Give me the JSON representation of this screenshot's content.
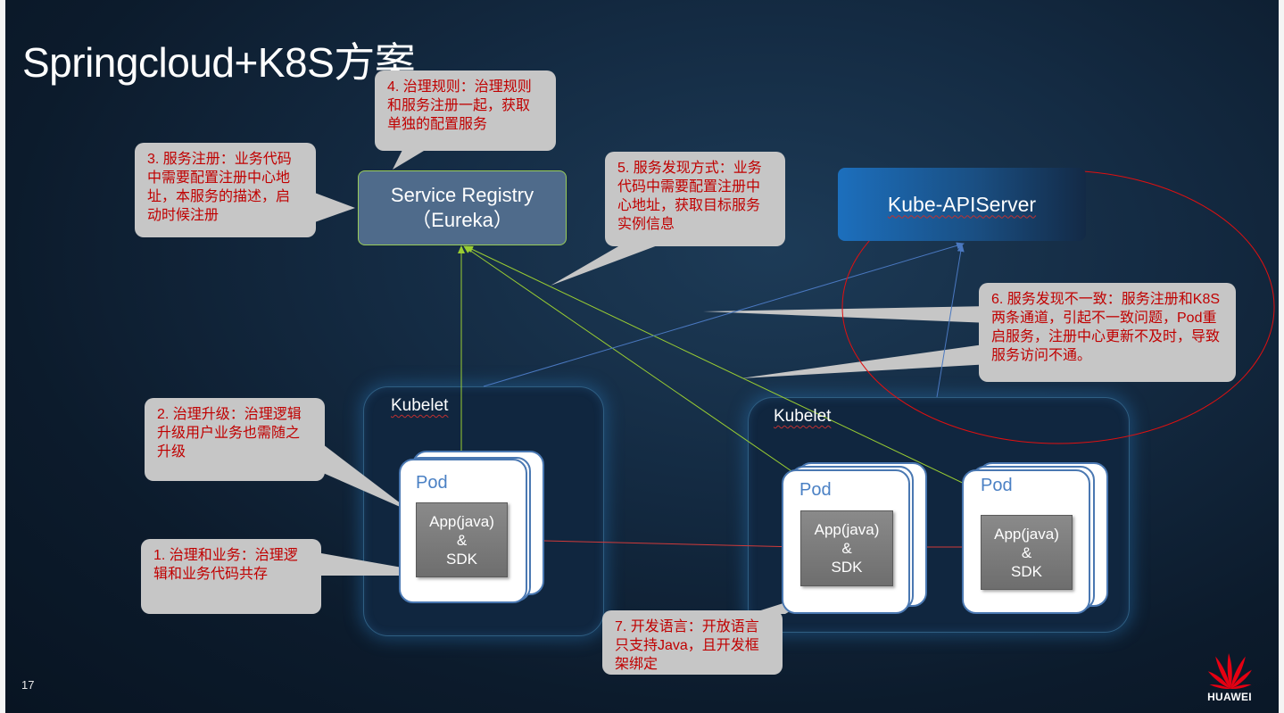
{
  "slide": {
    "title": "Springcloud+K8S方案",
    "page_number": "17",
    "brand": "HUAWEI"
  },
  "nodes": {
    "service_registry_line1": "Service Registry",
    "service_registry_line2": "（Eureka）",
    "kube_apiserver": "Kube-APIServer",
    "kubelet_left": "Kubelet",
    "kubelet_right": "Kubelet",
    "pod_label": "Pod",
    "app_line1": "App(java)",
    "app_line2": "&",
    "app_line3": "SDK"
  },
  "callouts": {
    "c1": "1. 治理和业务：治理逻辑和业务代码共存",
    "c2": "2. 治理升级：治理逻辑升级用户业务也需随之升级",
    "c3": "3. 服务注册：业务代码中需要配置注册中心地址，本服务的描述，启动时候注册",
    "c4": "4. 治理规则：治理规则和服务注册一起，获取单独的配置服务",
    "c5": "5. 服务发现方式：业务代码中需要配置注册中心地址，获取目标服务实例信息",
    "c6": "6. 服务发现不一致：服务注册和K8S两条通道，引起不一致问题，Pod重启服务，注册中心更新不及时，导致服务访问不通。",
    "c7": "7. 开发语言：开放语言只支持Java，且开发框架绑定"
  },
  "colors": {
    "callout_text": "#c00000",
    "callout_bg": "#c6c6c6",
    "registry_link": "#9acd32",
    "apiserver_link": "#4a78c0",
    "call_arrow": "#d03a3a",
    "highlight_ellipse": "#e01010",
    "huawei_red": "#e60012"
  }
}
